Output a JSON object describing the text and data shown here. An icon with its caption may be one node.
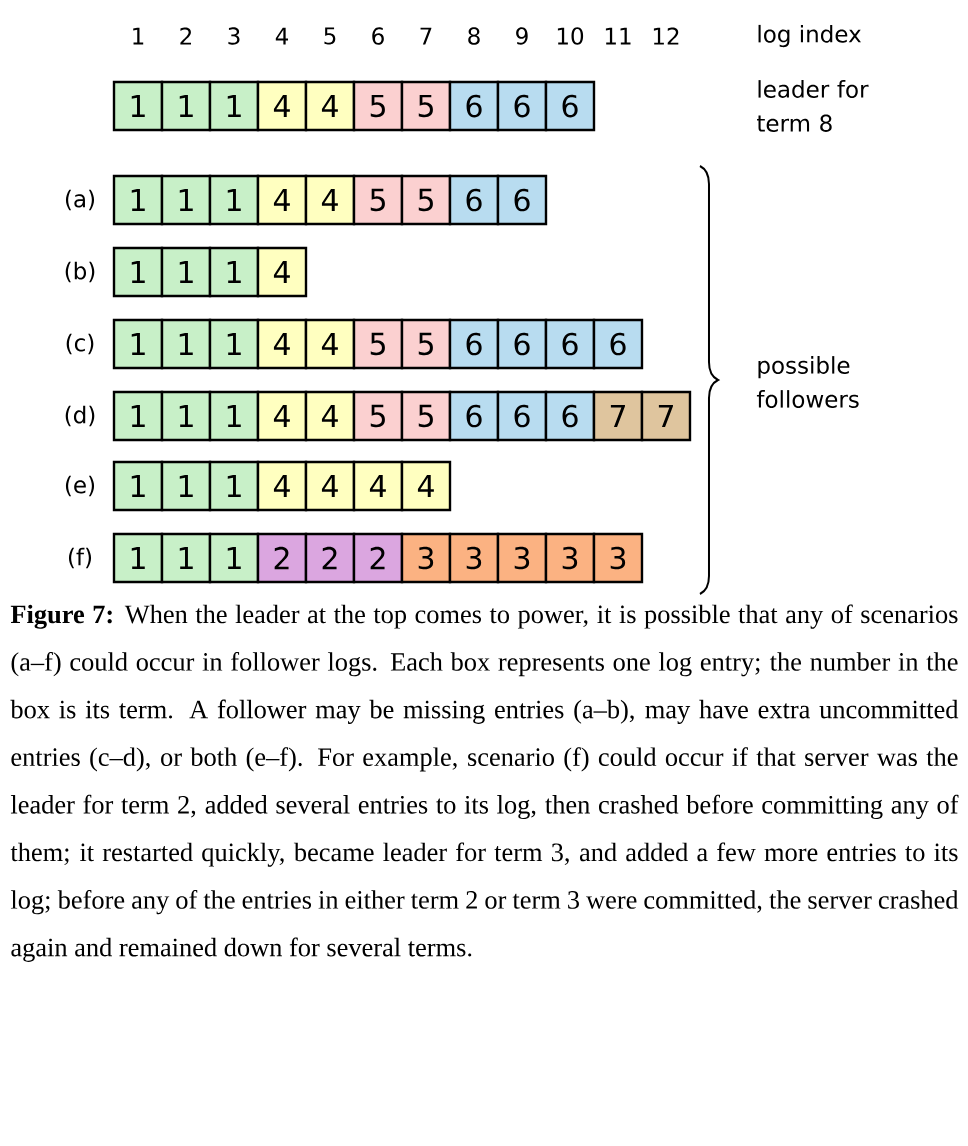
{
  "diagram": {
    "caption": "**Figure 7:** When the leader at the top comes to power, it is possible that any of scenarios (a–f) could occur in follower logs. Each box represents one log entry; the number in the box is its term. A follower may be missing entries (a–b), may have extra uncommitted entries (c–d), or both (e–f). For example, scenario (f) could occur if that server was the leader for term 2, added several entries to its log, then crashed before committing any of them; it restarted quickly, became leader for term 3, and added a few more entries to its log; before any of the entries in either term 2 or term 3 were committed, the server crashed again and remained down for several terms.",
    "nodes": [
      {
        "text": [
          "1"
        ]
      },
      {
        "text": [
          "1"
        ]
      },
      {
        "text": [
          "1"
        ]
      },
      {
        "text": [
          "4"
        ]
      },
      {
        "text": [
          "4"
        ]
      },
      {
        "text": [
          "5"
        ]
      },
      {
        "text": [
          "5"
        ]
      },
      {
        "text": [
          "6"
        ]
      },
      {
        "text": [
          "6"
        ]
      },
      {
        "text": [
          "6"
        ]
      },
      {
        "text": [
          "1"
        ]
      },
      {
        "text": [
          "1"
        ]
      },
      {
        "text": [
          "1"
        ]
      },
      {
        "text": [
          "4"
        ]
      },
      {
        "text": [
          "4"
        ]
      },
      {
        "text": [
          "5"
        ]
      },
      {
        "text": [
          "5"
        ]
      },
      {
        "text": [
          "6"
        ]
      },
      {
        "text": [
          "6"
        ]
      },
      {
        "text": [
          "1"
        ]
      },
      {
        "text": [
          "1"
        ]
      },
      {
        "text": [
          "1"
        ]
      },
      {
        "text": [
          "4"
        ]
      },
      {
        "text": [
          "1"
        ]
      },
      {
        "text": [
          "1"
        ]
      },
      {
        "text": [
          "1"
        ]
      },
      {
        "text": [
          "4"
        ]
      },
      {
        "text": [
          "4"
        ]
      },
      {
        "text": [
          "5"
        ]
      },
      {
        "text": [
          "5"
        ]
      },
      {
        "text": [
          "6"
        ]
      },
      {
        "text": [
          "6"
        ]
      },
      {
        "text": [
          "6"
        ]
      },
      {
        "text": [
          "6"
        ]
      },
      {
        "text": [
          "1"
        ]
      },
      {
        "text": [
          "1"
        ]
      },
      {
        "text": [
          "1"
        ]
      },
      {
        "text": [
          "4"
        ]
      },
      {
        "text": [
          "4"
        ]
      },
      {
        "text": [
          "5"
        ]
      },
      {
        "text": [
          "5"
        ]
      },
      {
        "text": [
          "6"
        ]
      },
      {
        "text": [
          "6"
        ]
      },
      {
        "text": [
          "6"
        ]
      },
      {
        "text": [
          "7"
        ]
      },
      {
        "text": [
          "7"
        ]
      },
      {
        "text": [
          "1"
        ]
      },
      {
        "text": [
          "1"
        ]
      },
      {
        "text": [
          "1"
        ]
      },
      {
        "text": [
          "4"
        ]
      },
      {
        "text": [
          "4"
        ]
      },
      {
        "text": [
          "4"
        ]
      },
      {
        "text": [
          "4"
        ]
      },
      {
        "text": [
          "1"
        ]
      },
      {
        "text": [
          "1"
        ]
      },
      {
        "text": [
          "1"
        ]
      },
      {
        "text": [
          "2"
        ]
      },
      {
        "text": [
          "2"
        ]
      },
      {
        "text": [
          "2"
        ]
      },
      {
        "text": [
          "3"
        ]
      },
      {
        "text": [
          "3"
        ]
      },
      {
        "text": [
          "3"
        ]
      },
      {
        "text": [
          "3"
        ]
      },
      {
        "text": [
          "3"
        ]
      }
    ],
    "labels": [
      "1",
      "2",
      "3",
      "4",
      "5",
      "6",
      "7",
      "8",
      "9",
      "10",
      "11",
      "12",
      "log index",
      "leader for term 8",
      "(a)",
      "(b)",
      "(c)",
      "(d)",
      "(e)",
      "(f)",
      "possible followers"
    ]
  }
}
